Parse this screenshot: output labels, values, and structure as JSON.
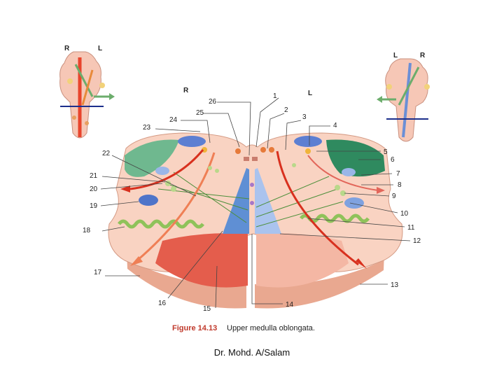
{
  "left_inset": {
    "side_right": "R",
    "side_left": "L"
  },
  "right_inset": {
    "side_left": "L",
    "side_right": "R"
  },
  "section": {
    "side_right": "R",
    "side_left": "L"
  },
  "labels": [
    "1",
    "2",
    "3",
    "4",
    "5",
    "6",
    "7",
    "8",
    "9",
    "10",
    "11",
    "12",
    "13",
    "14",
    "15",
    "16",
    "17",
    "18",
    "19",
    "20",
    "21",
    "22",
    "23",
    "24",
    "25",
    "26"
  ],
  "caption": {
    "figure": "Figure 14.13",
    "text": "Upper medulla oblongata."
  },
  "footer": "Dr. Mohd. A/Salam"
}
